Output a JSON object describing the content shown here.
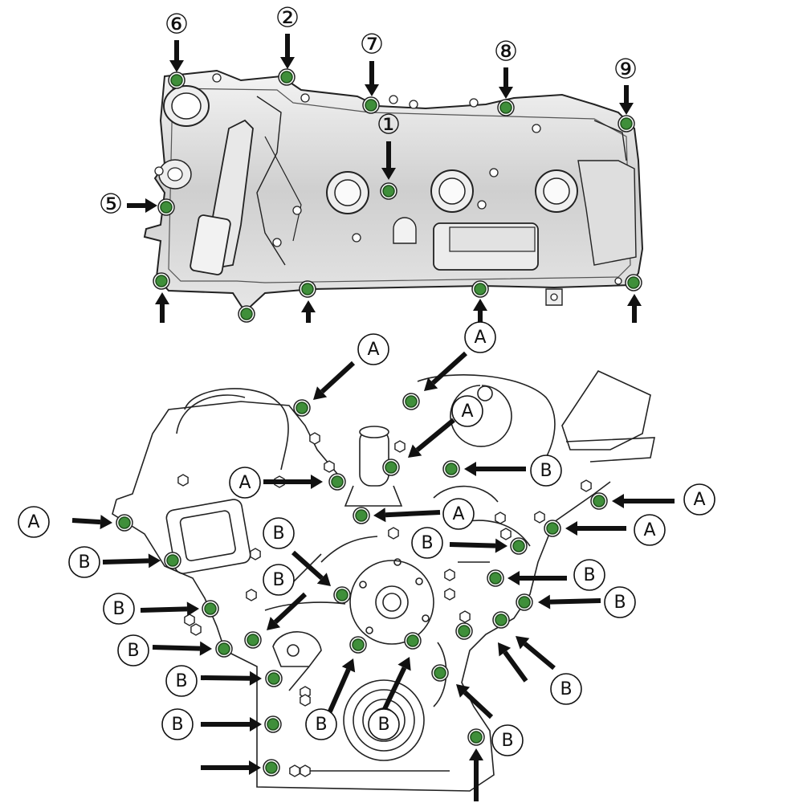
{
  "colors": {
    "bolt": "#3f8f3a",
    "bolt_dark": "#1f4f1c",
    "arrow": "#111111",
    "cover_fill": "#d9d9d9",
    "line": "#222222"
  },
  "valve_cover": {
    "callout_numbers": [
      "①",
      "②",
      "⑤",
      "⑥",
      "⑦",
      "⑧",
      "⑨"
    ]
  },
  "timing_cover": {
    "callout_letters": [
      "A",
      "B"
    ]
  },
  "bolt_icon": "hex-bolt-icon"
}
